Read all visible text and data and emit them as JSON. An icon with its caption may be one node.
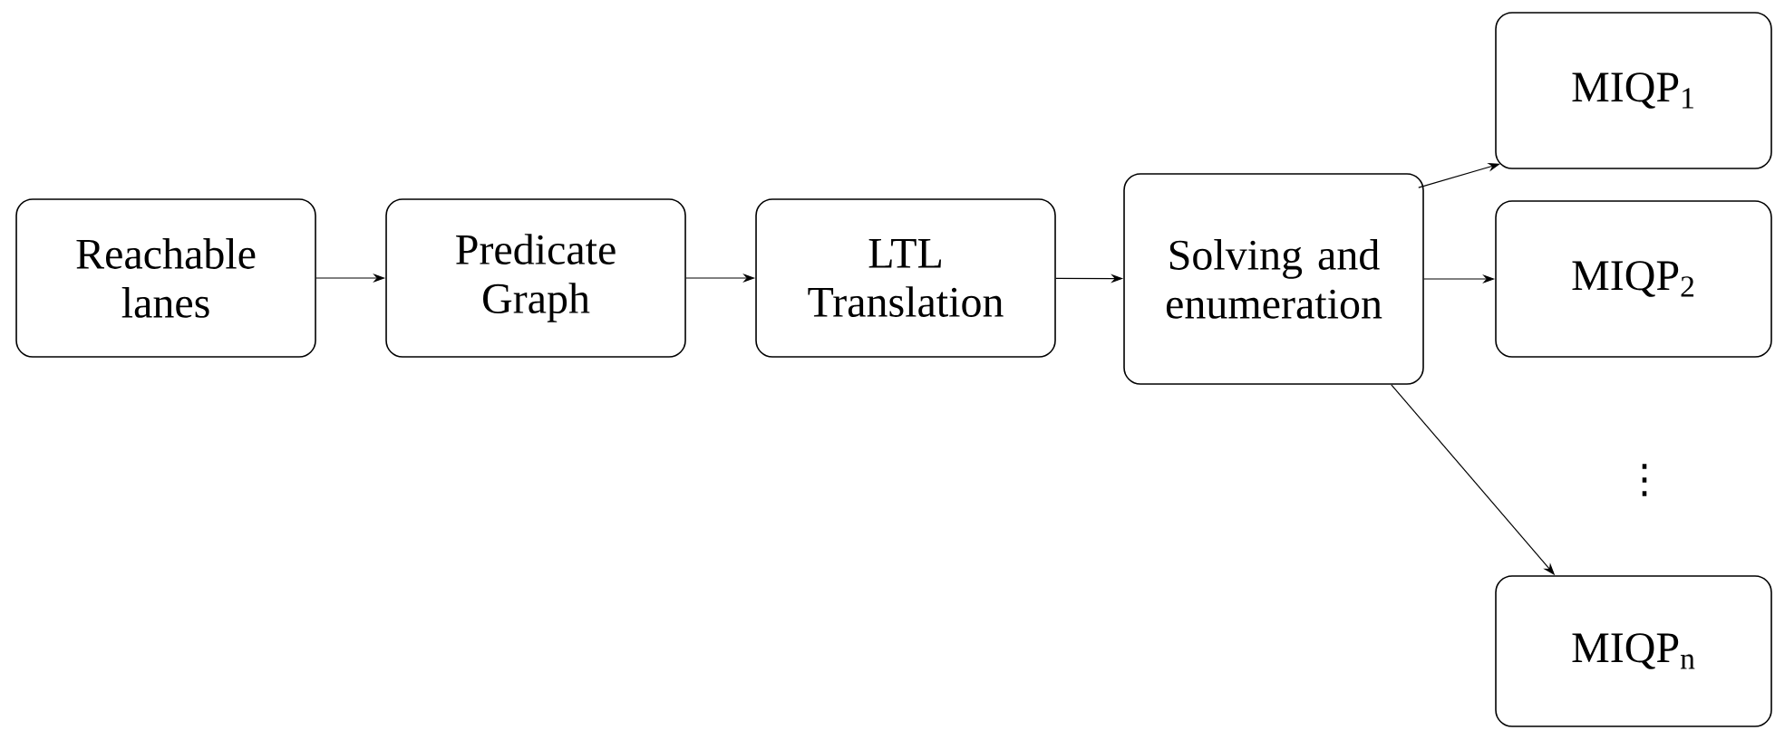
{
  "diagram": {
    "nodes": [
      {
        "text": [
          "Reachable lanes"
        ]
      },
      {
        "text": [
          "Predicate Graph"
        ]
      },
      {
        "text": [
          "LTL Translation"
        ]
      },
      {
        "text": [
          "Solving and enumeration"
        ]
      },
      {
        "text": [
          "MIQP$_{1}$"
        ]
      },
      {
        "text": [
          "MIQP$_{2}$"
        ]
      },
      {
        "text": [
          "MIQP$_{n}$"
        ]
      }
    ],
    "edges": [
      {
        "from": 0,
        "to": 1,
        "arrow": "to"
      },
      {
        "from": 1,
        "to": 2,
        "arrow": "to"
      },
      {
        "from": 2,
        "to": 3,
        "arrow": "to"
      },
      {
        "from": 3,
        "to": 4,
        "arrow": "to"
      },
      {
        "from": 3,
        "to": 5,
        "arrow": "to"
      },
      {
        "from": 3,
        "to": 6,
        "arrow": "to"
      }
    ],
    "labels": [
      "⋮"
    ]
  }
}
